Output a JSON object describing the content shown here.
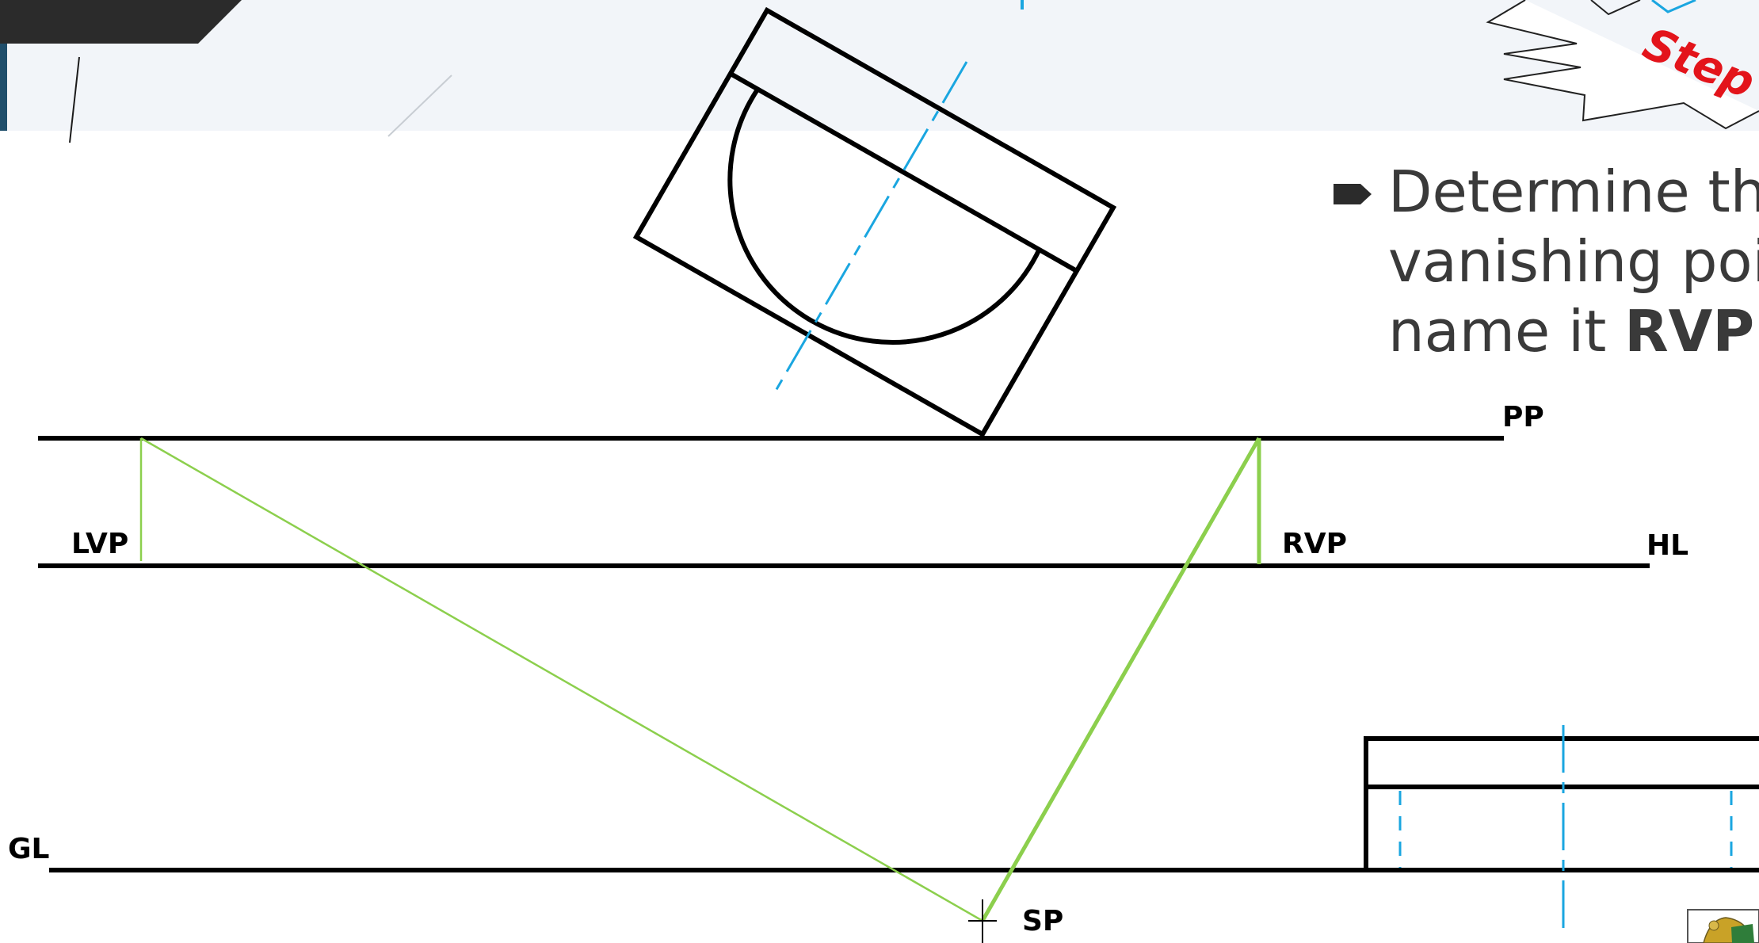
{
  "labels": {
    "pp": "PP",
    "hl": "HL",
    "gl": "GL",
    "lvp": "LVP",
    "rvp": "RVP",
    "sp": "SP"
  },
  "step_badge": {
    "text": "Step"
  },
  "instruction": {
    "line1": "Determine th",
    "line2": "vanishing poi",
    "line3_prefix": "name it ",
    "line3_bold": "RVP",
    "line3_suffix": "."
  },
  "colors": {
    "line": "#000000",
    "construction": "#8ccf4d",
    "center_line": "#1aa6e0",
    "step_text": "#e3141b",
    "header_band": "#f2f5f9",
    "corner_tab": "#2b2b2b",
    "corner_edge": "#1f4e6b",
    "instruction_text": "#3a3a3a"
  },
  "icons": {
    "bullet": "arrow-bullet-icon",
    "logo": "school-crest-icon"
  }
}
